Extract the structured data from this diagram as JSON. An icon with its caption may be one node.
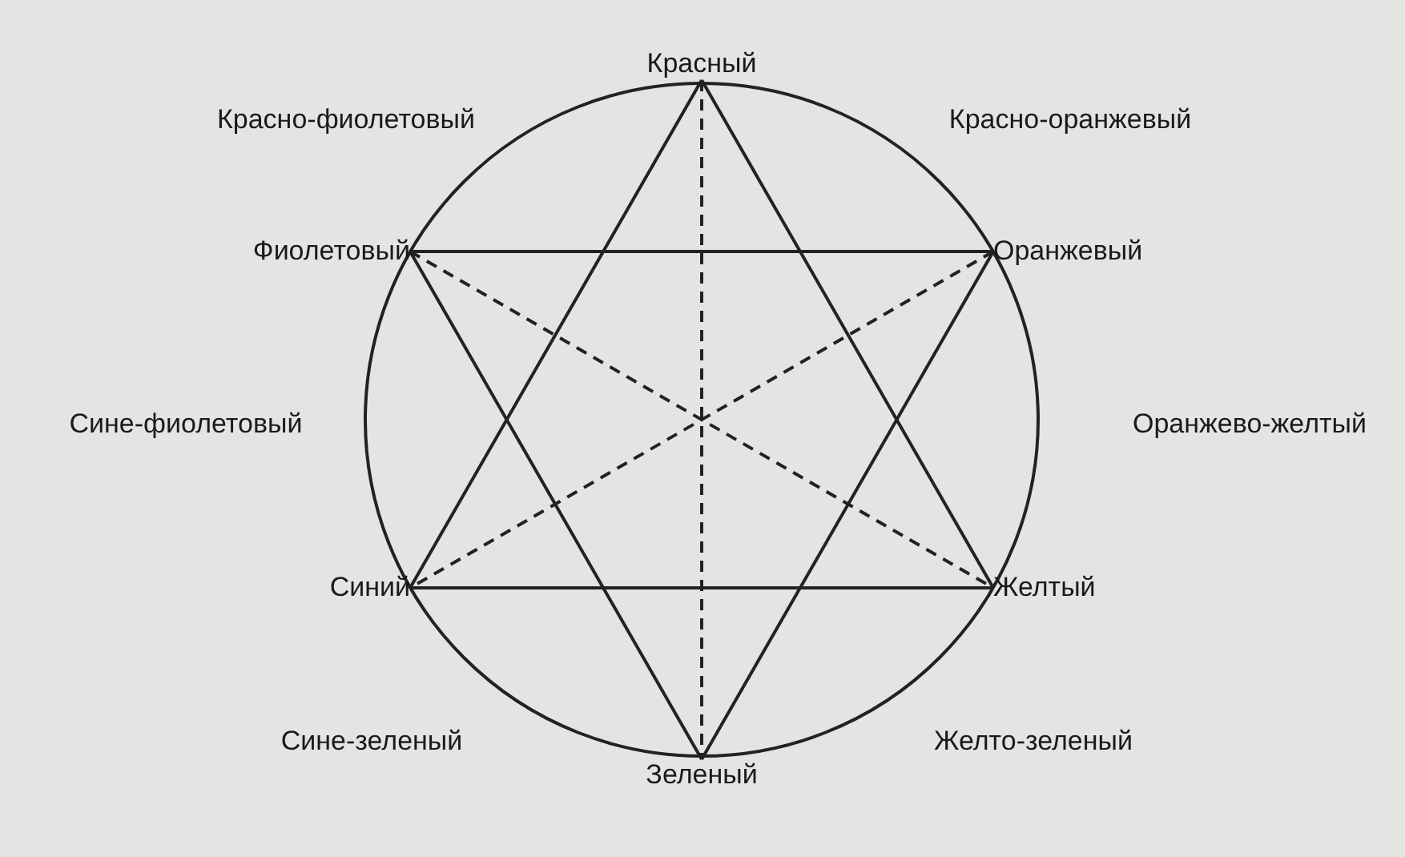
{
  "diagram": {
    "nodes": [
      {
        "text": [
          "Красный"
        ]
      },
      {
        "text": [
          "Фиолетовый"
        ]
      },
      {
        "text": [
          "Оранжевый"
        ]
      },
      {
        "text": [
          "Синий"
        ]
      },
      {
        "text": [
          "Желтый"
        ]
      },
      {
        "text": [
          "Зеленый"
        ]
      }
    ],
    "edges": [
      {
        "from": 0,
        "to": 4,
        "arrow": "none"
      },
      {
        "from": 4,
        "to": 3,
        "arrow": "none"
      },
      {
        "from": 3,
        "to": 0,
        "arrow": "none"
      },
      {
        "from": 5,
        "to": 1,
        "arrow": "none"
      },
      {
        "from": 1,
        "to": 2,
        "arrow": "none"
      },
      {
        "from": 2,
        "to": 5,
        "arrow": "none"
      },
      {
        "from": 0,
        "to": 5,
        "arrow": "none",
        "style": "dashed"
      },
      {
        "from": 1,
        "to": 4,
        "arrow": "none",
        "style": "dashed"
      },
      {
        "from": 2,
        "to": 3,
        "arrow": "none",
        "style": "dashed"
      }
    ],
    "labels": [
      "Красно-фиолетовый",
      "Красно-оранжевый",
      "Сине-фиолетовый",
      "Оранжево-желтый",
      "Сине-зеленый",
      "Желто-зеленый"
    ]
  }
}
